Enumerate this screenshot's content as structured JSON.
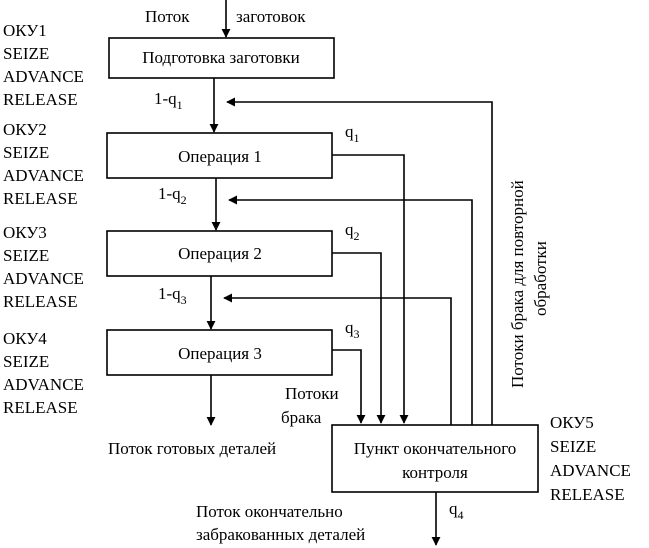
{
  "top_flow": {
    "left": "Поток",
    "right": "заготовок"
  },
  "boxes": {
    "prep": "Подготовка заготовки",
    "op1": "Операция 1",
    "op2": "Операция 2",
    "op3": "Операция 3",
    "control_line1": "Пункт окончательного",
    "control_line2": "контроля"
  },
  "blocks": {
    "oku1": [
      "ОКУ1",
      "SEIZE",
      "ADVANCE",
      "RELEASE"
    ],
    "oku2": [
      "ОКУ2",
      "SEIZE",
      "ADVANCE",
      "RELEASE"
    ],
    "oku3": [
      "ОКУ3",
      "SEIZE",
      "ADVANCE",
      "RELEASE"
    ],
    "oku4": [
      "ОКУ4",
      "SEIZE",
      "ADVANCE",
      "RELEASE"
    ],
    "oku5": [
      "ОКУ5",
      "SEIZE",
      "ADVANCE",
      "RELEASE"
    ]
  },
  "labels": {
    "one_minus": "1-q",
    "q": "q",
    "sub1": "1",
    "sub2": "2",
    "sub3": "3",
    "sub4": "4",
    "defects_line1": "Потоки",
    "defects_line2": "брака",
    "finished": "Поток готовых деталей",
    "rejected_line1": "Поток окончательно",
    "rejected_line2": "забракованных деталей",
    "rework": "Потоки брака для повторной",
    "rework2": "обработки"
  }
}
